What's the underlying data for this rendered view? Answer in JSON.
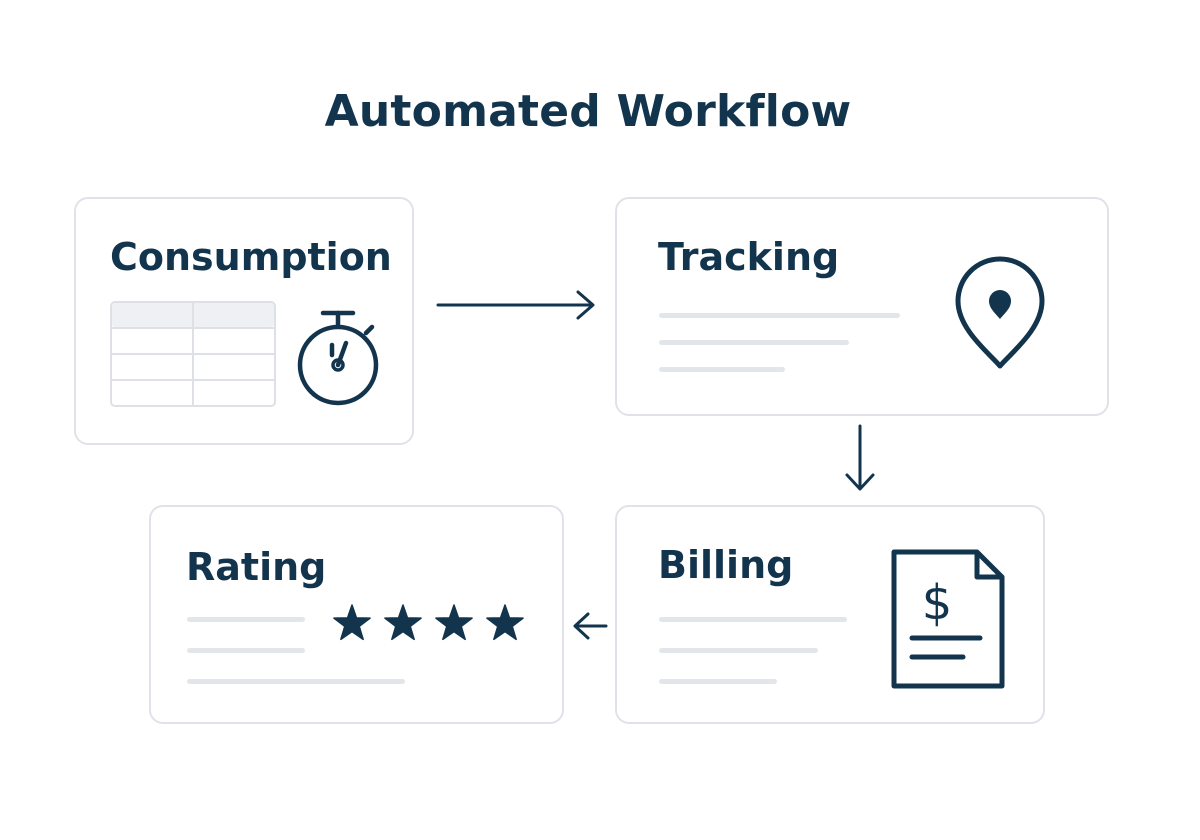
{
  "title": "Automated Workflow",
  "steps": {
    "consumption": {
      "label": "Consumption",
      "icon": "stopwatch-icon"
    },
    "tracking": {
      "label": "Tracking",
      "icon": "location-pin-icon"
    },
    "billing": {
      "label": "Billing",
      "icon": "invoice-dollar-icon",
      "symbol": "$"
    },
    "rating": {
      "label": "Rating",
      "icon": "star-icon",
      "stars": 4
    }
  },
  "colors": {
    "ink": "#12344d",
    "card_border": "#dfe3e8",
    "placeholder_line": "#e2e5ea",
    "table_header": "#eef0f4"
  }
}
